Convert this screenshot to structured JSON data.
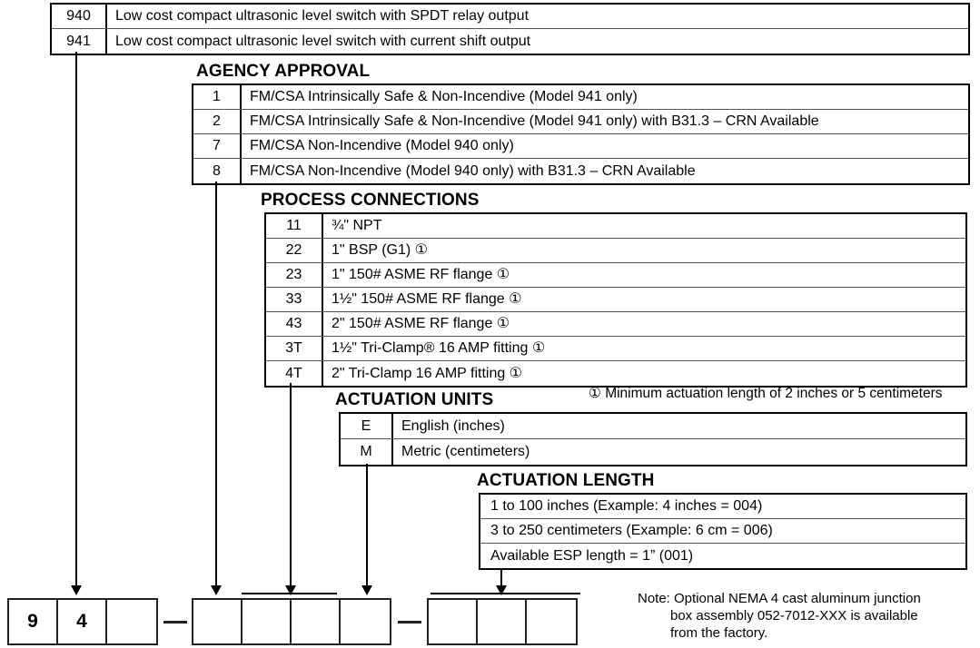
{
  "model_table": {
    "name": "model-selection-table",
    "rows": [
      {
        "code": "940",
        "desc": "Low cost compact ultrasonic level switch with SPDT relay output"
      },
      {
        "code": "941",
        "desc": "Low cost compact ultrasonic level switch with current shift output"
      }
    ]
  },
  "agency": {
    "heading": "AGENCY APPROVAL",
    "rows": [
      {
        "code": "1",
        "desc": "FM/CSA Intrinsically Safe & Non-Incendive (Model 941 only)"
      },
      {
        "code": "2",
        "desc": "FM/CSA Intrinsically Safe & Non-Incendive (Model 941 only) with B31.3 – CRN Available"
      },
      {
        "code": "7",
        "desc": "FM/CSA Non-Incendive (Model 940 only)"
      },
      {
        "code": "8",
        "desc": "FM/CSA Non-Incendive (Model 940 only) with B31.3 – CRN Available"
      }
    ]
  },
  "process": {
    "heading": "PROCESS CONNECTIONS",
    "rows": [
      {
        "code": "11",
        "desc": "¾\" NPT"
      },
      {
        "code": "22",
        "desc": "1\" BSP (G1) ①"
      },
      {
        "code": "23",
        "desc": "1\" 150# ASME RF flange ①"
      },
      {
        "code": "33",
        "desc": "1½\" 150# ASME RF flange ①"
      },
      {
        "code": "43",
        "desc": "2\" 150# ASME RF flange ①"
      },
      {
        "code": "3T",
        "desc": "1½\" Tri-Clamp® 16 AMP fitting ①"
      },
      {
        "code": "4T",
        "desc": "2\" Tri-Clamp 16 AMP fitting ①"
      }
    ],
    "footnote": "① Minimum actuation length of 2 inches or 5 centimeters"
  },
  "units": {
    "heading": "ACTUATION UNITS",
    "rows": [
      {
        "code": "E",
        "desc": "English (inches)"
      },
      {
        "code": "M",
        "desc": "Metric (centimeters)"
      }
    ]
  },
  "length": {
    "heading": "ACTUATION LENGTH",
    "rows": [
      {
        "desc": "1 to 100 inches (Example: 4 inches = 004)"
      },
      {
        "desc": "3 to 250 centimeters (Example: 6 cm = 006)"
      },
      {
        "desc": "Available ESP length = 1” (001)"
      }
    ]
  },
  "model_code": {
    "groups": [
      {
        "cells": [
          "9",
          "4",
          ""
        ]
      },
      {
        "cells": [
          "",
          "",
          "",
          ""
        ]
      },
      {
        "cells": [
          "",
          "",
          ""
        ]
      }
    ],
    "separator": "—"
  },
  "note": {
    "line1": "Note: Optional NEMA 4 cast aluminum junction",
    "line2": "box assembly 052-7012-XXX is available",
    "line3": "from the factory."
  }
}
